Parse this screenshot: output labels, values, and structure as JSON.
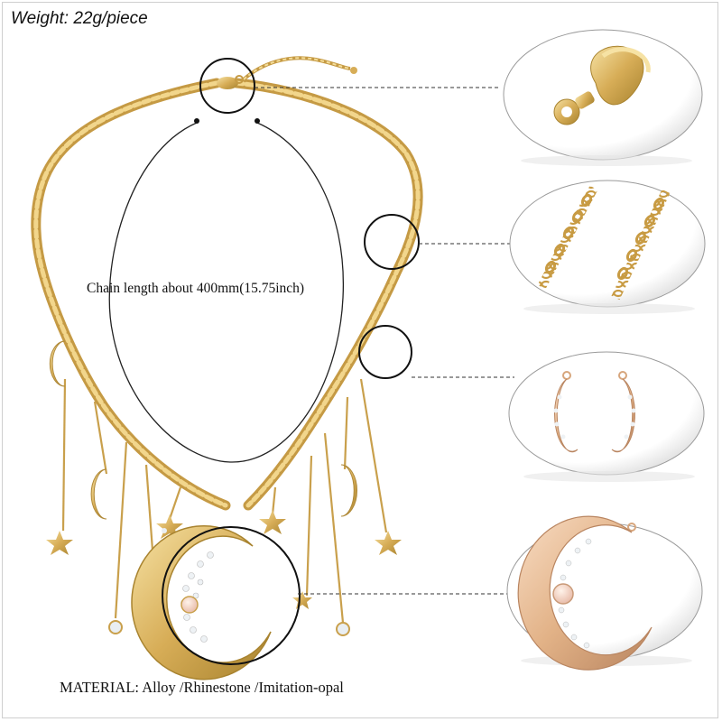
{
  "weight_label": "Weight: 22g/piece",
  "chain_length_label": "Chain length about 400mm(15.75inch)",
  "material_label": "MATERIAL: Alloy /Rhinestone /Imitation-opal",
  "colors": {
    "gold": "#d9b25e",
    "gold_dark": "#a8832f",
    "gold_light": "#f4dd9a",
    "rose_gold": "#e3b48c",
    "rhinestone": "#e9eef2",
    "opal": "#f0c8b8",
    "guide_line": "#222222"
  },
  "callouts": [
    {
      "name": "clasp",
      "icon": "lobster-clasp-icon"
    },
    {
      "name": "chain",
      "icon": "curb-chain-icon"
    },
    {
      "name": "moon-charms",
      "icon": "rhinestone-moon-icon"
    },
    {
      "name": "pendant",
      "icon": "crescent-pendant-icon"
    }
  ]
}
